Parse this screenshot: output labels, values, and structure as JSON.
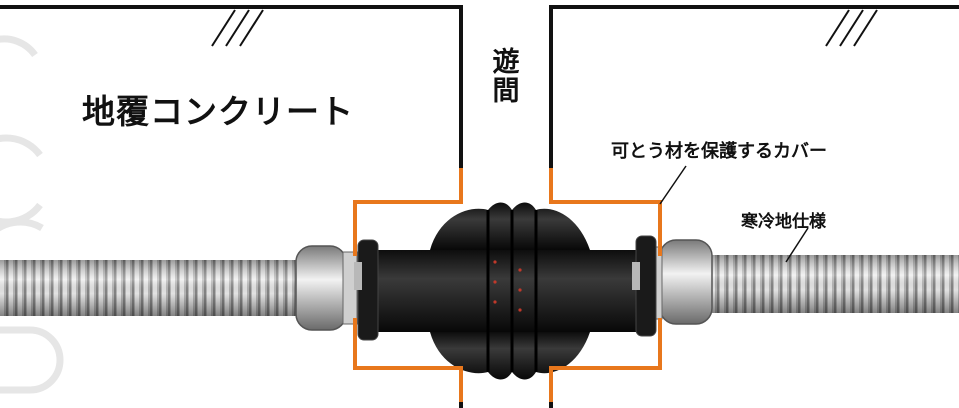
{
  "labels": {
    "concrete": "地覆コンクリート",
    "gap": "遊間",
    "cover": "可とう材を保護するカバー",
    "cold_spec": "寒冷地仕様"
  },
  "colors": {
    "orange_cover": "#e8771c",
    "wall_line": "#111111",
    "rubber": "#1c1c1c",
    "steel": "#c9c9c9"
  }
}
